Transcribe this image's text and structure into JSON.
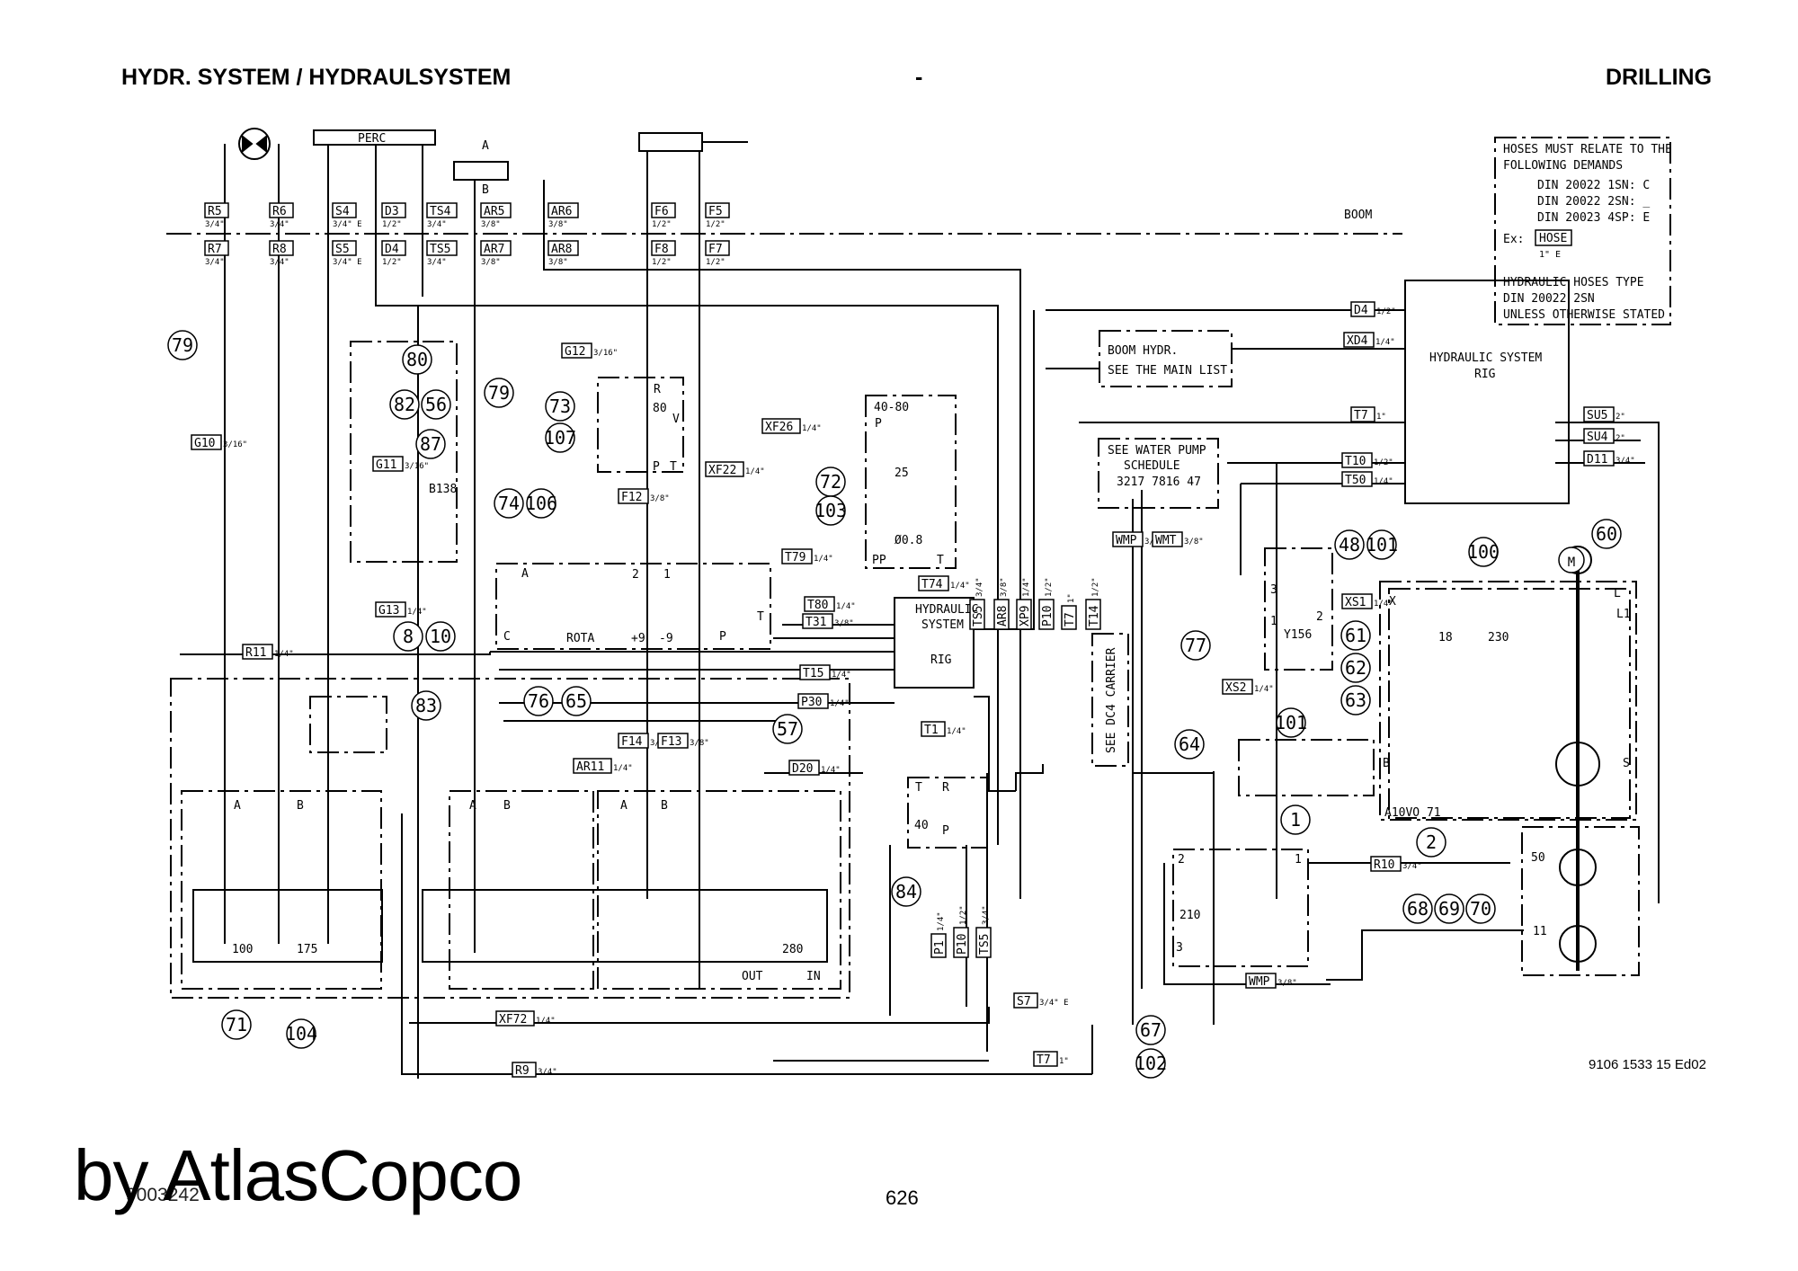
{
  "header": {
    "left": "HYDR. SYSTEM / HYDRAULSYSTEM",
    "center": "-",
    "right": "DRILLING"
  },
  "notes": {
    "lines": [
      "HOSES MUST RELATE TO THE",
      "FOLLOWING DEMANDS",
      "DIN 20022 1SN: C",
      "DIN 20022 2SN: _",
      "DIN 20023 4SP: E"
    ],
    "example_label": "Ex:",
    "example_hose": "HOSE",
    "example_suffix": "1\" E",
    "type_lines": [
      "HYDRAULIC HOSES TYPE",
      "DIN 20022 2SN",
      "UNLESS OTHERWISE STATED"
    ]
  },
  "boom_label": "BOOM",
  "perc_label": "PERC",
  "top_hoses": [
    {
      "tag": "R5",
      "size": "3/4\""
    },
    {
      "tag": "R6",
      "size": "3/4\""
    },
    {
      "tag": "S4",
      "size": "3/4\" E"
    },
    {
      "tag": "D3",
      "size": "1/2\""
    },
    {
      "tag": "TS4",
      "size": "3/4\""
    },
    {
      "tag": "AR5",
      "size": "3/8\""
    },
    {
      "tag": "AR6",
      "size": "3/8\""
    },
    {
      "tag": "F6",
      "size": "1/2\""
    },
    {
      "tag": "F5",
      "size": "1/2\""
    }
  ],
  "bottom_hoses": [
    {
      "tag": "R7",
      "size": "3/4\""
    },
    {
      "tag": "R8",
      "size": "3/4\""
    },
    {
      "tag": "S5",
      "size": "3/4\" E"
    },
    {
      "tag": "D4",
      "size": "1/2\""
    },
    {
      "tag": "TS5",
      "size": "3/4\""
    },
    {
      "tag": "AR7",
      "size": "3/8\""
    },
    {
      "tag": "AR8",
      "size": "3/8\""
    },
    {
      "tag": "F8",
      "size": "1/2\""
    },
    {
      "tag": "F7",
      "size": "1/2\""
    }
  ],
  "hose_tags": [
    {
      "tag": "D4",
      "size": "1/2\""
    },
    {
      "tag": "XD4",
      "size": "1/4\""
    },
    {
      "tag": "T7",
      "size": "1\""
    },
    {
      "tag": "T10",
      "size": "1/2\""
    },
    {
      "tag": "T50",
      "size": "1/4\""
    },
    {
      "tag": "SU5",
      "size": "2\""
    },
    {
      "tag": "SU4",
      "size": "2\""
    },
    {
      "tag": "D11",
      "size": "3/4\""
    },
    {
      "tag": "G12",
      "size": "3/16\""
    },
    {
      "tag": "G10",
      "size": "3/16\""
    },
    {
      "tag": "G11",
      "size": "3/16\""
    },
    {
      "tag": "G13",
      "size": "1/4\""
    },
    {
      "tag": "XF26",
      "size": "1/4\""
    },
    {
      "tag": "XF22",
      "size": "1/4\""
    },
    {
      "tag": "F12",
      "size": "3/8\""
    },
    {
      "tag": "T79",
      "size": "1/4\""
    },
    {
      "tag": "T80",
      "size": "1/4\""
    },
    {
      "tag": "T31",
      "size": "3/8\""
    },
    {
      "tag": "T15",
      "size": "1/4\""
    },
    {
      "tag": "P30",
      "size": "1/4\""
    },
    {
      "tag": "T74",
      "size": "1/4\""
    },
    {
      "tag": "R11",
      "size": "1/4\""
    },
    {
      "tag": "F14",
      "size": "3/8\""
    },
    {
      "tag": "F13",
      "size": "3/8\""
    },
    {
      "tag": "AR11",
      "size": "1/4\""
    },
    {
      "tag": "D20",
      "size": "1/4\""
    },
    {
      "tag": "T1",
      "size": "1/4\""
    },
    {
      "tag": "WMP",
      "size": "3/8\""
    },
    {
      "tag": "WMT",
      "size": "3/8\""
    },
    {
      "tag": "XS1",
      "size": "1/4\""
    },
    {
      "tag": "XS2",
      "size": "1/4\""
    },
    {
      "tag": "R10",
      "size": "3/4\""
    },
    {
      "tag": "WMP",
      "size": "3/8\""
    },
    {
      "tag": "S7",
      "size": "3/4\" E"
    },
    {
      "tag": "XF72",
      "size": "1/4\""
    },
    {
      "tag": "R9",
      "size": "3/4\""
    },
    {
      "tag": "T7",
      "size": "1\""
    }
  ],
  "vertical_tags": [
    {
      "tag": "TS5",
      "size": "3/4\""
    },
    {
      "tag": "AR8",
      "size": "3/8\""
    },
    {
      "tag": "XP9",
      "size": "1/4\""
    },
    {
      "tag": "P10",
      "size": "1/2\""
    },
    {
      "tag": "T7",
      "size": "1\""
    },
    {
      "tag": "T14",
      "size": "1/2\""
    },
    {
      "tag": "P1",
      "size": "1/4\""
    },
    {
      "tag": "P10",
      "size": "1/2\""
    },
    {
      "tag": "TS5",
      "size": "3/4\""
    }
  ],
  "boxes": {
    "boom_hydr": [
      "BOOM HYDR.",
      "SEE THE MAIN LIST"
    ],
    "water_pump": [
      "SEE WATER PUMP",
      "SCHEDULE",
      "3217 7816 47"
    ],
    "rig_center": [
      "HYDRAULIC",
      "SYSTEM",
      "RIG"
    ],
    "rig_right": [
      "HYDRAULIC SYSTEM",
      "RIG"
    ],
    "dc4_carrier": "SEE DC4 CARRIER"
  },
  "callouts": [
    "79",
    "80",
    "82",
    "56",
    "87",
    "79",
    "73",
    "107",
    "72",
    "103",
    "74",
    "106",
    "8",
    "10",
    "83",
    "76",
    "65",
    "57",
    "84",
    "48",
    "101",
    "61",
    "62",
    "63",
    "77",
    "64",
    "101",
    "1",
    "2",
    "68",
    "69",
    "70",
    "100",
    "60",
    "71",
    "104",
    "67",
    "102",
    "M"
  ],
  "component_values": {
    "v100": "100",
    "v175": "175",
    "v280": "280",
    "v80": "80",
    "v40_80": "40-80",
    "v25": "25",
    "v08": "Ø0.8",
    "v40": "40",
    "v210": "210",
    "v18": "18",
    "v230": "230",
    "v50": "50",
    "v11": "11",
    "b138": "B138",
    "y156": "Y156",
    "a10vo": "A10VO 71",
    "rota": "ROTA",
    "plus9": "+9",
    "minus9": "-9",
    "port_A": "A",
    "port_B": "B",
    "port_P": "P",
    "port_T": "T",
    "port_R": "R",
    "port_V": "V",
    "port_C": "C",
    "port_PP": "PP",
    "port_X": "X",
    "port_L": "L",
    "port_L1": "L1",
    "port_S": "S",
    "out": "OUT",
    "in": "IN",
    "n1": "1",
    "n2": "2",
    "n3": "3"
  },
  "doc_ref": "9106 1533 15 Ed02",
  "footer": {
    "brand": "by AtlasCopco",
    "code": "9003242",
    "page": "626"
  }
}
